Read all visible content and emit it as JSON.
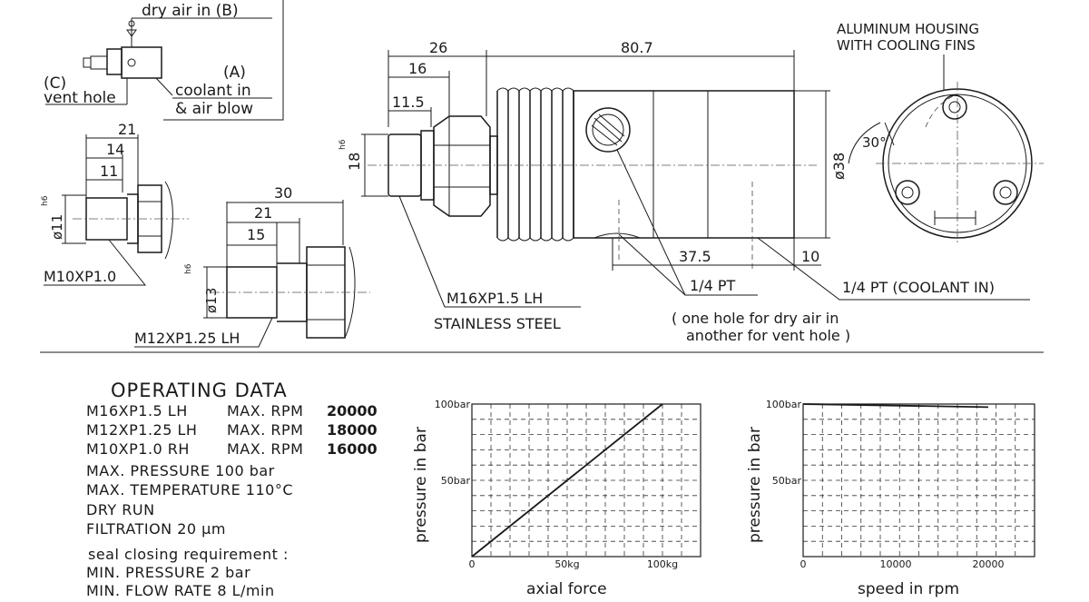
{
  "connection_diagram": {
    "dry_air_in": "dry air in (B)",
    "coolant_label_a": "(A)",
    "coolant_in": "coolant in",
    "air_blow": "& air blow",
    "vent_label_c": "(C)",
    "vent_hole": "vent hole"
  },
  "m10_view": {
    "dim_21": "21",
    "dim_14": "14",
    "dim_11": "11",
    "dia": "ø11",
    "tol": "h6",
    "thread": "M10XP1.0"
  },
  "m12_view": {
    "dim_30": "30",
    "dim_21": "21",
    "dim_15": "15",
    "dia": "ø13",
    "tol": "h6",
    "thread": "M12XP1.25 LH"
  },
  "main_view": {
    "dim_26": "26",
    "dim_16": "16",
    "dim_11_5": "11.5",
    "dim_80_7": "80.7",
    "dim_18": "18",
    "tol": "h6",
    "dia_38": "ø38",
    "dim_37_5": "37.5",
    "dim_10": "10",
    "port_1": "1/4 PT",
    "port_2": "1/4 PT (COOLANT IN)",
    "thread": "M16XP1.5 LH",
    "material": "STAINLESS STEEL",
    "note_line1": "( one hole for dry air in",
    "note_line2": "another for vent hole )"
  },
  "end_view": {
    "housing_line1": "ALUMINUM HOUSING",
    "housing_line2": "WITH COOLING FINS",
    "angle": "30°"
  },
  "operating_data": {
    "title": "OPERATING DATA",
    "rows": [
      {
        "model": "M16XP1.5 LH",
        "label": "MAX. RPM",
        "rpm": "20000"
      },
      {
        "model": "M12XP1.25 LH",
        "label": "MAX. RPM",
        "rpm": "18000"
      },
      {
        "model": "M10XP1.0 RH",
        "label": "MAX. RPM",
        "rpm": "16000"
      }
    ],
    "max_pressure": "MAX. PRESSURE 100 bar",
    "max_temperature": "MAX. TEMPERATURE 110°C",
    "dry_run": "DRY RUN",
    "filtration": "FILTRATION 20 µm",
    "seal_title": "seal closing requirement :",
    "min_pressure": "MIN. PRESSURE   2   bar",
    "min_flow": "MIN. FLOW RATE 8 L/min"
  },
  "chart_data": [
    {
      "type": "line",
      "ylabel": "pressure in bar",
      "xlabel": "axial force",
      "x_ticks": [
        "0",
        "50kg",
        "100kg"
      ],
      "y_ticks": [
        "100bar",
        "50bar"
      ],
      "xlim": [
        0,
        120
      ],
      "ylim": [
        0,
        100
      ],
      "grid": true,
      "series": [
        {
          "x": [
            0,
            100
          ],
          "y": [
            0,
            100
          ]
        }
      ],
      "color": "#1a1a1a"
    },
    {
      "type": "line",
      "ylabel": "pressure in bar",
      "xlabel": "speed in rpm",
      "x_ticks": [
        "0",
        "10000",
        "20000"
      ],
      "y_ticks": [
        "100bar",
        "50bar"
      ],
      "xlim": [
        0,
        25000
      ],
      "ylim": [
        0,
        100
      ],
      "grid": true,
      "series": [
        {
          "x": [
            0,
            20000
          ],
          "y": [
            100,
            98
          ]
        }
      ],
      "color": "#1a1a1a"
    }
  ]
}
